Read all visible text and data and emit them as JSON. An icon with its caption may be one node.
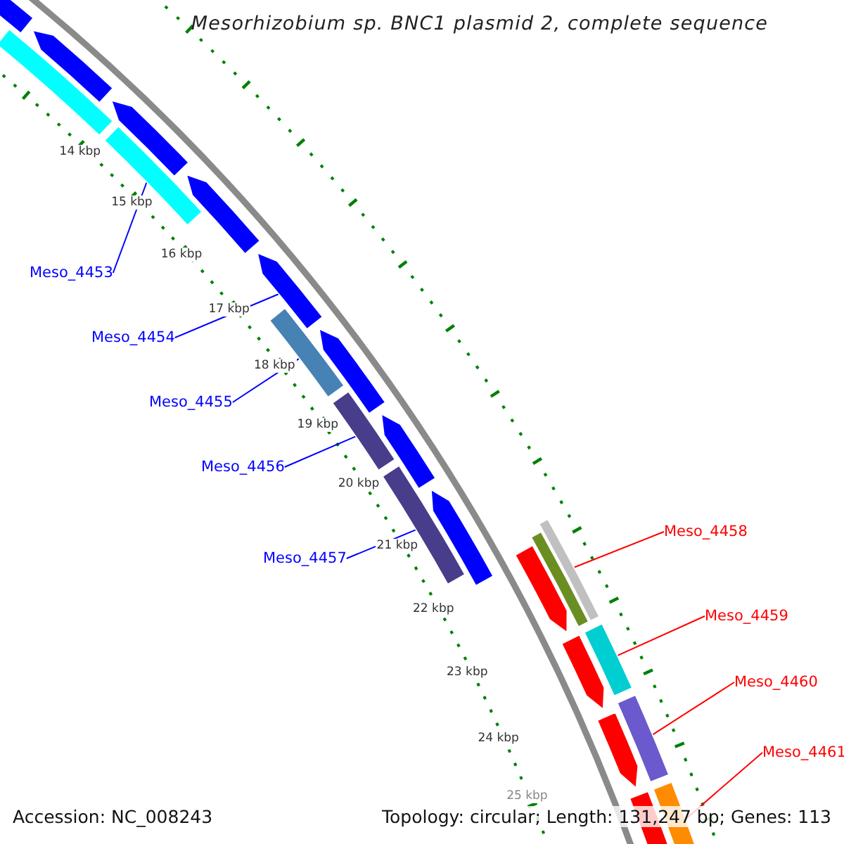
{
  "diagram": {
    "title": "Mesorhizobium sp. BNC1 plasmid 2, complete sequence",
    "nodes": [
      {
        "text": [
          "Meso_4453"
        ]
      },
      {
        "text": [
          "Meso_4454"
        ]
      },
      {
        "text": [
          "Meso_4455"
        ]
      },
      {
        "text": [
          "Meso_4456"
        ]
      },
      {
        "text": [
          "Meso_4457"
        ]
      },
      {
        "text": [
          "Meso_4458"
        ]
      },
      {
        "text": [
          "Meso_4459"
        ]
      },
      {
        "text": [
          "Meso_4460"
        ]
      },
      {
        "text": [
          "Meso_4461"
        ]
      },
      {
        "text": [],
        "shape": "bar"
      },
      {
        "text": [],
        "shape": "bar"
      },
      {
        "text": [],
        "shape": "arrow"
      },
      {
        "text": [],
        "shape": "arrow"
      },
      {
        "text": [],
        "shape": "bar"
      },
      {
        "text": [],
        "shape": "arrow"
      },
      {
        "text": [],
        "shape": "arrow"
      },
      {
        "text": [],
        "shape": "bar"
      },
      {
        "text": [],
        "shape": "arrow"
      },
      {
        "text": [],
        "shape": "bar"
      },
      {
        "text": [],
        "shape": "arrow"
      },
      {
        "text": [],
        "shape": "bar"
      },
      {
        "text": [],
        "shape": "arrow"
      },
      {
        "text": [],
        "shape": "bar"
      },
      {
        "text": [],
        "shape": "bar"
      },
      {
        "text": [],
        "shape": "arrow"
      },
      {
        "text": [],
        "shape": "bar"
      },
      {
        "text": [],
        "shape": "arrow"
      },
      {
        "text": [],
        "shape": "bar"
      },
      {
        "text": [],
        "shape": "arrow"
      },
      {
        "text": [],
        "shape": "bar"
      },
      {
        "text": [],
        "shape": "arrow"
      }
    ],
    "edges": [
      {
        "from": 0,
        "to": 13,
        "arrow": "none"
      },
      {
        "from": 1,
        "to": 15,
        "arrow": "none"
      },
      {
        "from": 2,
        "to": 16,
        "arrow": "none"
      },
      {
        "from": 3,
        "to": 18,
        "arrow": "none"
      },
      {
        "from": 4,
        "to": 20,
        "arrow": "none"
      },
      {
        "from": 5,
        "to": 22,
        "arrow": "none",
        "color": "#ff0000"
      },
      {
        "from": 6,
        "to": 25,
        "arrow": "none",
        "color": "#ff0000"
      },
      {
        "from": 7,
        "to": 27,
        "arrow": "none",
        "color": "#ff0000"
      },
      {
        "from": 8,
        "to": 29,
        "arrow": "none",
        "color": "#ff0000"
      }
    ],
    "labels": [
      "14 kbp",
      "15 kbp",
      "16 kbp",
      "17 kbp",
      "18 kbp",
      "19 kbp",
      "20 kbp",
      "21 kbp",
      "22 kbp",
      "23 kbp",
      "24 kbp",
      "25 kbp",
      "Accession: NC_008243",
      "Topology: circular; Length: 131,247 bp; Genes: 113"
    ]
  }
}
